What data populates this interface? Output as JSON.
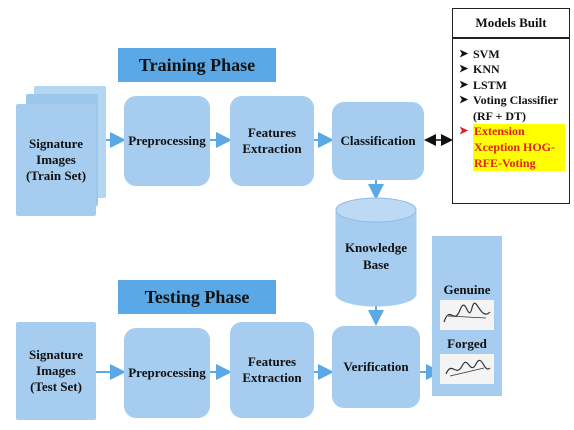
{
  "training": {
    "phase_label": "Training Phase",
    "input_lines": [
      "Signature",
      "Images",
      "(Train Set)"
    ],
    "preprocessing": "Preprocessing",
    "features": [
      "Features",
      "Extraction"
    ],
    "classification": "Classification"
  },
  "testing": {
    "phase_label": "Testing Phase",
    "input_lines": [
      "Signature",
      "Images",
      "(Test Set)"
    ],
    "preprocessing": "Preprocessing",
    "features": [
      "Features",
      "Extraction"
    ],
    "verification": "Verification"
  },
  "knowledge_base": [
    "Knowledge",
    "Base"
  ],
  "models_built": {
    "title": "Models Built",
    "items": [
      {
        "text": "SVM",
        "highlight": false
      },
      {
        "text": "KNN",
        "highlight": false
      },
      {
        "text": "LSTM",
        "highlight": false
      },
      {
        "text": "Voting Classifier (RF + DT)",
        "highlight": false
      },
      {
        "text": "Extension Xception HOG-RFE-Voting",
        "highlight": true
      }
    ]
  },
  "output": {
    "genuine": "Genuine",
    "forged": "Forged"
  },
  "colors": {
    "box_fill": "#a6cdef",
    "phase_fill": "#5aa9e6",
    "arrow": "#5aa9e6",
    "highlight_text": "#e1201f",
    "highlight_bg": "#ffff00"
  }
}
